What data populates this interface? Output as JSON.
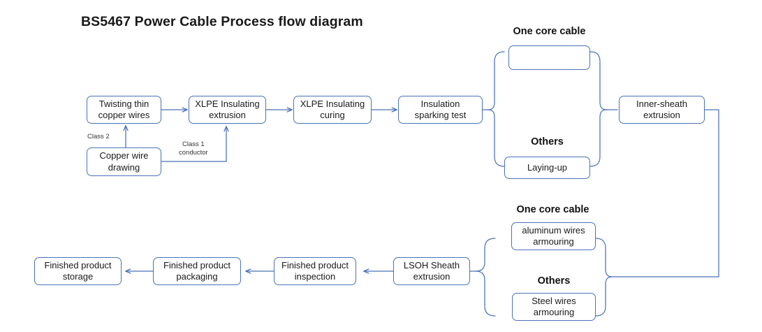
{
  "diagram": {
    "title": "BS5467 Power Cable Process flow diagram",
    "accent_color": "#4a72b8",
    "thick_arrow_color": "#2e5fa3",
    "text_color": "#1a1a1a",
    "background": "#ffffff",
    "type": "process-flow"
  },
  "nodes": {
    "twisting": "Twisting thin\ncopper wires",
    "copper_drawing": "Copper wire\ndrawing",
    "xlpe_extrusion": "XLPE Insulating\nextrusion",
    "xlpe_curing": "XLPE Insulating\ncuring",
    "sparking_test": "Insulation\nsparking test",
    "one_core_passthrough": "",
    "laying_up": "Laying-up",
    "inner_sheath": "Inner-sheath\nextrusion",
    "aluminum_armouring": "aluminum wires\narmouring",
    "steel_armouring": "Steel wires\narmouring",
    "lsoh_sheath": "LSOH Sheath\nextrusion",
    "final_inspection": "Finished product\ninspection",
    "final_packaging": "Finished product\npackaging",
    "final_storage": "Finished product\nstorage"
  },
  "group_labels": {
    "one_core_cable_top": "One core cable",
    "others_top": "Others",
    "one_core_cable_bottom": "One core cable",
    "others_bottom": "Others"
  },
  "edge_labels": {
    "class_2": "Class 2",
    "class_1_conductor": "Class 1\nconductor"
  }
}
